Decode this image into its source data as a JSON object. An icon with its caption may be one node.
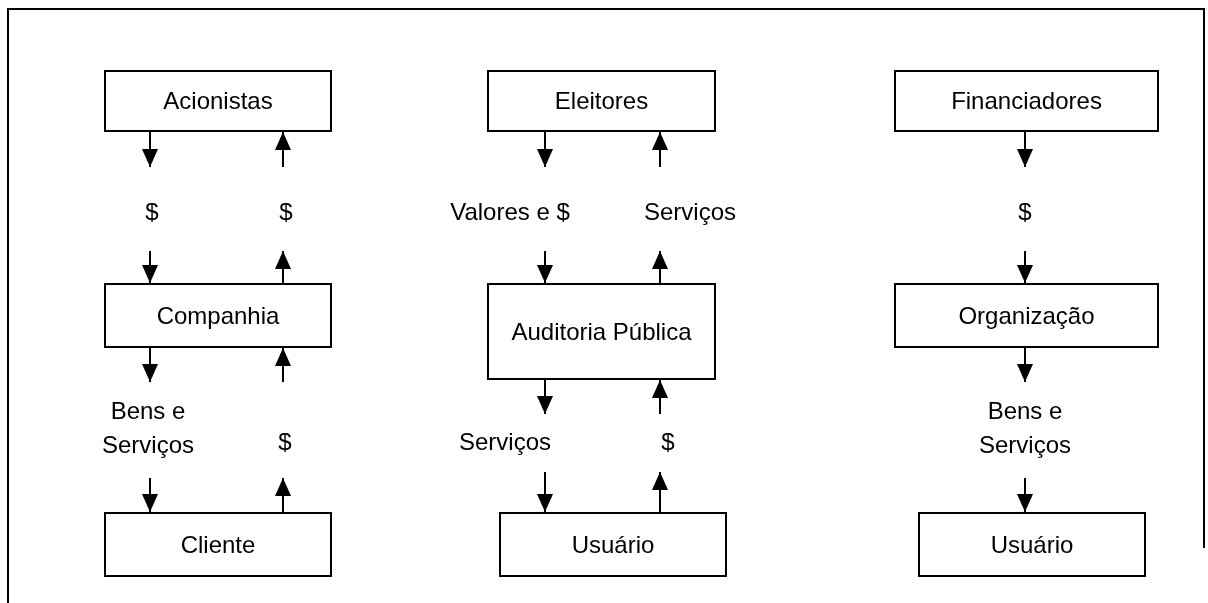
{
  "diagram": {
    "nodes": [
      {
        "text": [
          "Acionistas"
        ]
      },
      {
        "text": [
          "Eleitores"
        ]
      },
      {
        "text": [
          "Financiadores"
        ]
      },
      {
        "text": [
          "Companhia"
        ]
      },
      {
        "text": [
          "Auditoria Pública"
        ]
      },
      {
        "text": [
          "Organização"
        ]
      },
      {
        "text": [
          "Cliente"
        ]
      },
      {
        "text": [
          "Usuário"
        ]
      },
      {
        "text": [
          "Usuário"
        ]
      }
    ],
    "edges": [
      {
        "from": 0,
        "to": 3,
        "arrow": "to",
        "label": "$"
      },
      {
        "from": 3,
        "to": 0,
        "arrow": "to",
        "label": "$"
      },
      {
        "from": 1,
        "to": 4,
        "arrow": "to",
        "label": "Valores e $"
      },
      {
        "from": 4,
        "to": 1,
        "arrow": "to",
        "label": "Serviços"
      },
      {
        "from": 2,
        "to": 5,
        "arrow": "to",
        "label": "$"
      },
      {
        "from": 3,
        "to": 6,
        "arrow": "to",
        "label": "Bens e Serviços"
      },
      {
        "from": 6,
        "to": 3,
        "arrow": "to",
        "label": "$"
      },
      {
        "from": 4,
        "to": 7,
        "arrow": "to",
        "label": "Serviços"
      },
      {
        "from": 7,
        "to": 4,
        "arrow": "to",
        "label": "$"
      },
      {
        "from": 5,
        "to": 8,
        "arrow": "to",
        "label": "Bens e Serviços"
      }
    ]
  }
}
